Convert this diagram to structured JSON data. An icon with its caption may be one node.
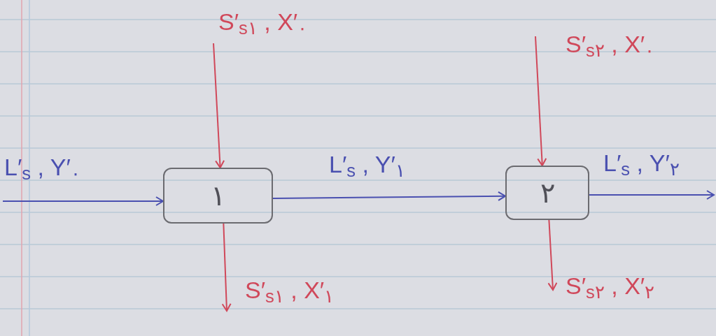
{
  "diagram": {
    "nodes": [
      {
        "text": [
          "۱"
        ]
      },
      {
        "text": [
          "۲"
        ]
      }
    ],
    "edges": [
      {
        "from": null,
        "to": 0,
        "arrow": "to",
        "label": "L′$_{s}$ , Y′$_{۰}$",
        "color": "#4a50b0"
      },
      {
        "from": 0,
        "to": 1,
        "arrow": "to",
        "label": "L′$_{s}$ , Y′$_{۱}$",
        "color": "#4a50b0"
      },
      {
        "from": 1,
        "to": null,
        "arrow": "to",
        "label": "L′$_{s}$ , Y′$_{۲}$",
        "color": "#4a50b0"
      },
      {
        "from": null,
        "to": 0,
        "arrow": "to",
        "label": "S′$_{s۱}$ , X′$_{۰}$"
      },
      {
        "from": 0,
        "to": null,
        "arrow": "to",
        "label": "S′$_{s۱}$ , X′$_{۱}$"
      },
      {
        "from": null,
        "to": 1,
        "arrow": "to",
        "label": "S′$_{s۲}$ , X′$_{۰}$"
      },
      {
        "from": 1,
        "to": null,
        "arrow": "to",
        "label": "S′$_{s۲}$ , X′$_{۲}$"
      }
    ]
  }
}
